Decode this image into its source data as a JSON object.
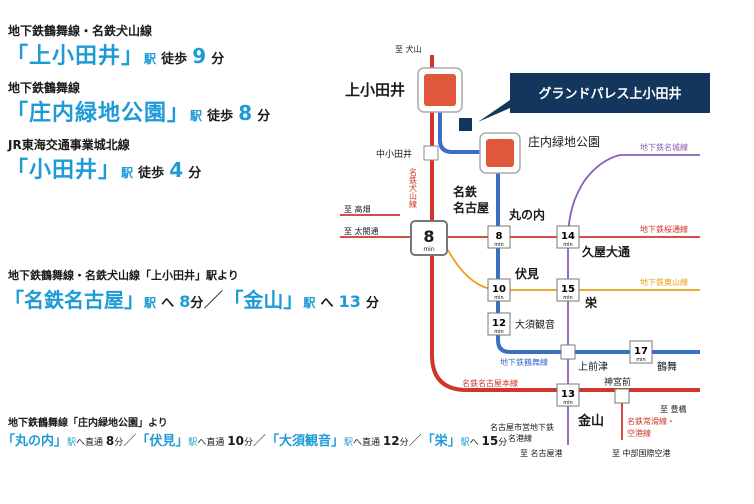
{
  "access": {
    "s1": {
      "lines": "地下鉄鶴舞線・名鉄犬山線",
      "station": "「上小田井」",
      "eki": "駅",
      "walk": "徒歩",
      "min": "9",
      "unit": "分"
    },
    "s2": {
      "lines": "地下鉄鶴舞線",
      "station": "「庄内緑地公園」",
      "eki": "駅",
      "walk": "徒歩",
      "min": "8",
      "unit": "分"
    },
    "s3": {
      "lines": "JR東海交通事業城北線",
      "station": "「小田井」",
      "eki": "駅",
      "walk": "徒歩",
      "min": "4",
      "unit": "分"
    }
  },
  "from_kamiotai": {
    "heading": "地下鉄鶴舞線・名鉄犬山線「上小田井」駅より",
    "d1": {
      "station": "「名鉄名古屋」",
      "eki": "駅",
      "he": "へ",
      "min": "8",
      "unit": "分"
    },
    "sep": "／",
    "d2": {
      "station": "「金山」",
      "eki": "駅",
      "he": "へ",
      "min": "13",
      "unit": "分"
    }
  },
  "from_shonai": {
    "heading": "地下鉄鶴舞線「庄内緑地公園」より",
    "sep": "／",
    "direct": "へ直通",
    "unit": "分",
    "eki": "駅",
    "d1": {
      "station": "「丸の内」",
      "min": "8"
    },
    "d2": {
      "station": "「伏見」",
      "min": "10"
    },
    "d3": {
      "station": "「大須観音」",
      "min": "12"
    },
    "d4": {
      "station": "「栄」",
      "min": "15"
    }
  },
  "map": {
    "banner": "グランドパレス上小田井",
    "to_inuyama": "至 犬山",
    "kamiotai": "上小田井",
    "shonai": "庄内緑地公園",
    "otai": "中小田井",
    "meitetsu_inuyama_line": "名鉄犬山線",
    "meitetsu_nagoya": "名鉄名古屋",
    "to_takabata": "至 高畑",
    "to_taikodori": "至 太閤通",
    "marunouchi": "丸の内",
    "fushimi": "伏見",
    "osu_kannon": "大須観音",
    "hisaya_odori": "久屋大通",
    "sakae": "栄",
    "kamimaezu": "上前津",
    "tsurumai": "鶴舞",
    "jingumae": "神宮前",
    "kanayama": "金山",
    "meijo_line": "地下鉄名城線",
    "sakuradori_line": "地下鉄桜通線",
    "higashiyama_line": "地下鉄東山線",
    "tsurumai_line": "地下鉄鶴舞線",
    "meitetsu_nagoya_line": "名鉄名古屋本線",
    "to_toyohashi": "至 豊橋",
    "meiko_line": "名古屋市営地下鉄名港線",
    "to_nagoyako": "至 名古屋港",
    "tokoname_line": "名鉄常滑線・空港線",
    "to_airport": "至 中部国際空港",
    "min_label": "min",
    "times": {
      "nagoya": "8",
      "marunouchi": "8",
      "fushimi": "10",
      "osu": "12",
      "sakae": "15",
      "hisaya": "14",
      "tsurumai": "17",
      "kanayama": "13"
    }
  },
  "colors": {
    "blue_text": "#1e9bd7",
    "tsurumai_line": "#3a6fc4",
    "meitetsu": "#d0362b",
    "sakuradori": "#d0362b",
    "higashiyama": "#e8a21a",
    "meijo": "#8a5fb5",
    "navy": "#14365c"
  }
}
